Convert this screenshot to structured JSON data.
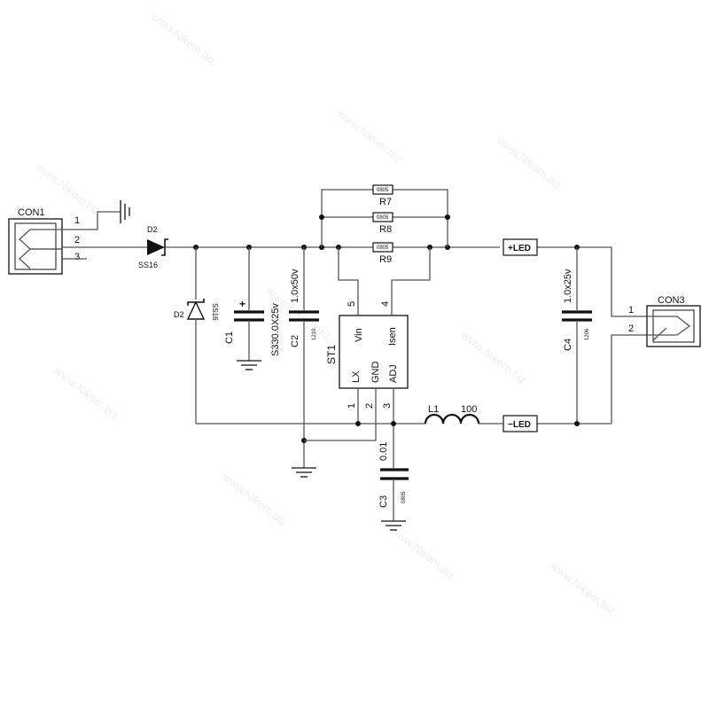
{
  "watermark": "www.Nikom.biz",
  "con1": {
    "label": "CON1",
    "pins": [
      "1",
      "2",
      "3"
    ]
  },
  "con3": {
    "label": "CON3",
    "pins": [
      "1",
      "2"
    ]
  },
  "diode_series": {
    "ref": "D2",
    "value": "SS16"
  },
  "diode_shunt": {
    "ref": "D2",
    "value": "SS16"
  },
  "c1": {
    "ref": "C1",
    "value": "S330.0X25v",
    "polarity": "+"
  },
  "c2": {
    "ref": "C2",
    "value": "1.0x50v",
    "package": "1210"
  },
  "c3": {
    "ref": "C3",
    "value": "0.01",
    "package": "0805"
  },
  "c4": {
    "ref": "C4",
    "value": "1.0x25v",
    "package": "1206"
  },
  "r7": {
    "ref": "R7",
    "package": "0805"
  },
  "r8": {
    "ref": "R8",
    "package": "0805"
  },
  "r9": {
    "ref": "R9",
    "package": "0805"
  },
  "l1": {
    "ref": "L1",
    "value": "100"
  },
  "ic": {
    "ref": "ST1",
    "pins": {
      "vin": {
        "name": "Vin",
        "num": "5"
      },
      "isen": {
        "name": "Isen",
        "num": "4"
      },
      "lx": {
        "name": "LX",
        "num": "1"
      },
      "gnd": {
        "name": "GND",
        "num": "2"
      },
      "adj": {
        "name": "ADJ",
        "num": "3"
      }
    }
  },
  "net_plus_led": "+LED",
  "net_minus_led": "−LED"
}
